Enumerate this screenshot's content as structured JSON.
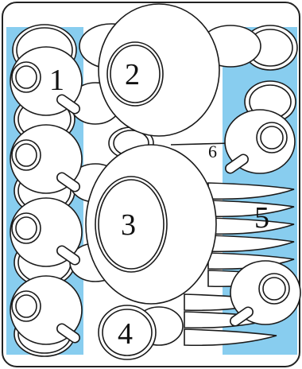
{
  "colors": {
    "rack_outline": "#222222",
    "stroke": "#1a1a1a",
    "highlight": "#88cdef",
    "fill": "#ffffff"
  },
  "labels": {
    "l1": "1",
    "l2": "2",
    "l3": "3",
    "l4": "4",
    "l5": "5",
    "l6": "6"
  }
}
